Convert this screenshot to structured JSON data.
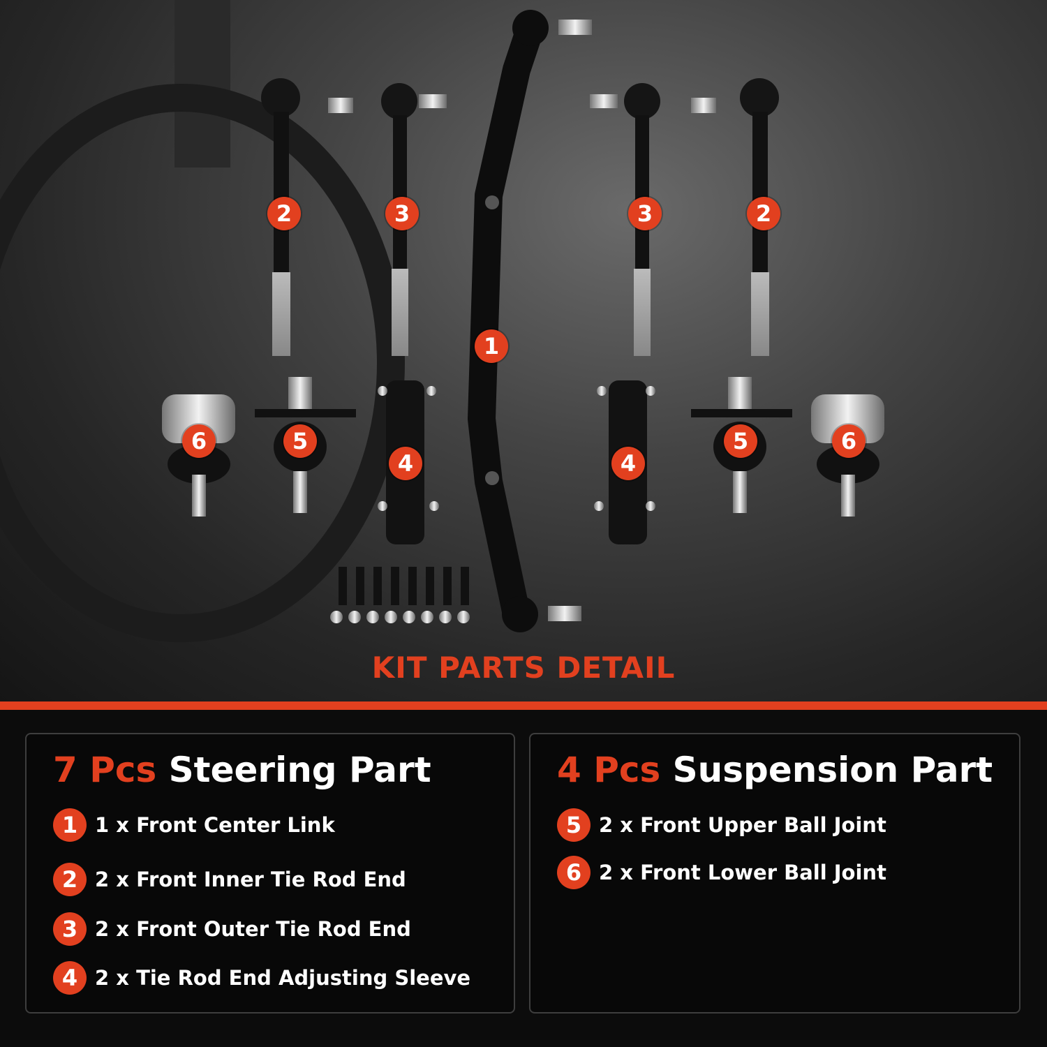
{
  "kit": {
    "title": "KIT PARTS DETAIL"
  },
  "callouts": [
    {
      "id": "c2a",
      "number": "2"
    },
    {
      "id": "c3a",
      "number": "3"
    },
    {
      "id": "c1",
      "number": "1"
    },
    {
      "id": "c3b",
      "number": "3"
    },
    {
      "id": "c2b",
      "number": "2"
    },
    {
      "id": "c6a",
      "number": "6"
    },
    {
      "id": "c5a",
      "number": "5"
    },
    {
      "id": "c4a",
      "number": "4"
    },
    {
      "id": "c4b",
      "number": "4"
    },
    {
      "id": "c5b",
      "number": "5"
    },
    {
      "id": "c6b",
      "number": "6"
    }
  ],
  "steering": {
    "count_label": "7 Pcs",
    "title": "Steering Part",
    "items": [
      {
        "number": "1",
        "text": "1 x Front Center Link"
      },
      {
        "number": "2",
        "text": "2 x Front Inner Tie Rod End"
      },
      {
        "number": "3",
        "text": "2 x Front Outer Tie Rod End"
      },
      {
        "number": "4",
        "text": "2 x Tie Rod End Adjusting Sleeve"
      }
    ]
  },
  "suspension": {
    "count_label": "4 Pcs",
    "title": "Suspension Part",
    "items": [
      {
        "number": "5",
        "text": "2 x Front Upper Ball Joint"
      },
      {
        "number": "6",
        "text": "2 x Front Lower Ball Joint"
      }
    ]
  },
  "colors": {
    "accent": "#e2401f",
    "background": "#0c0c0c",
    "panel_border": "#3e3e3e"
  }
}
